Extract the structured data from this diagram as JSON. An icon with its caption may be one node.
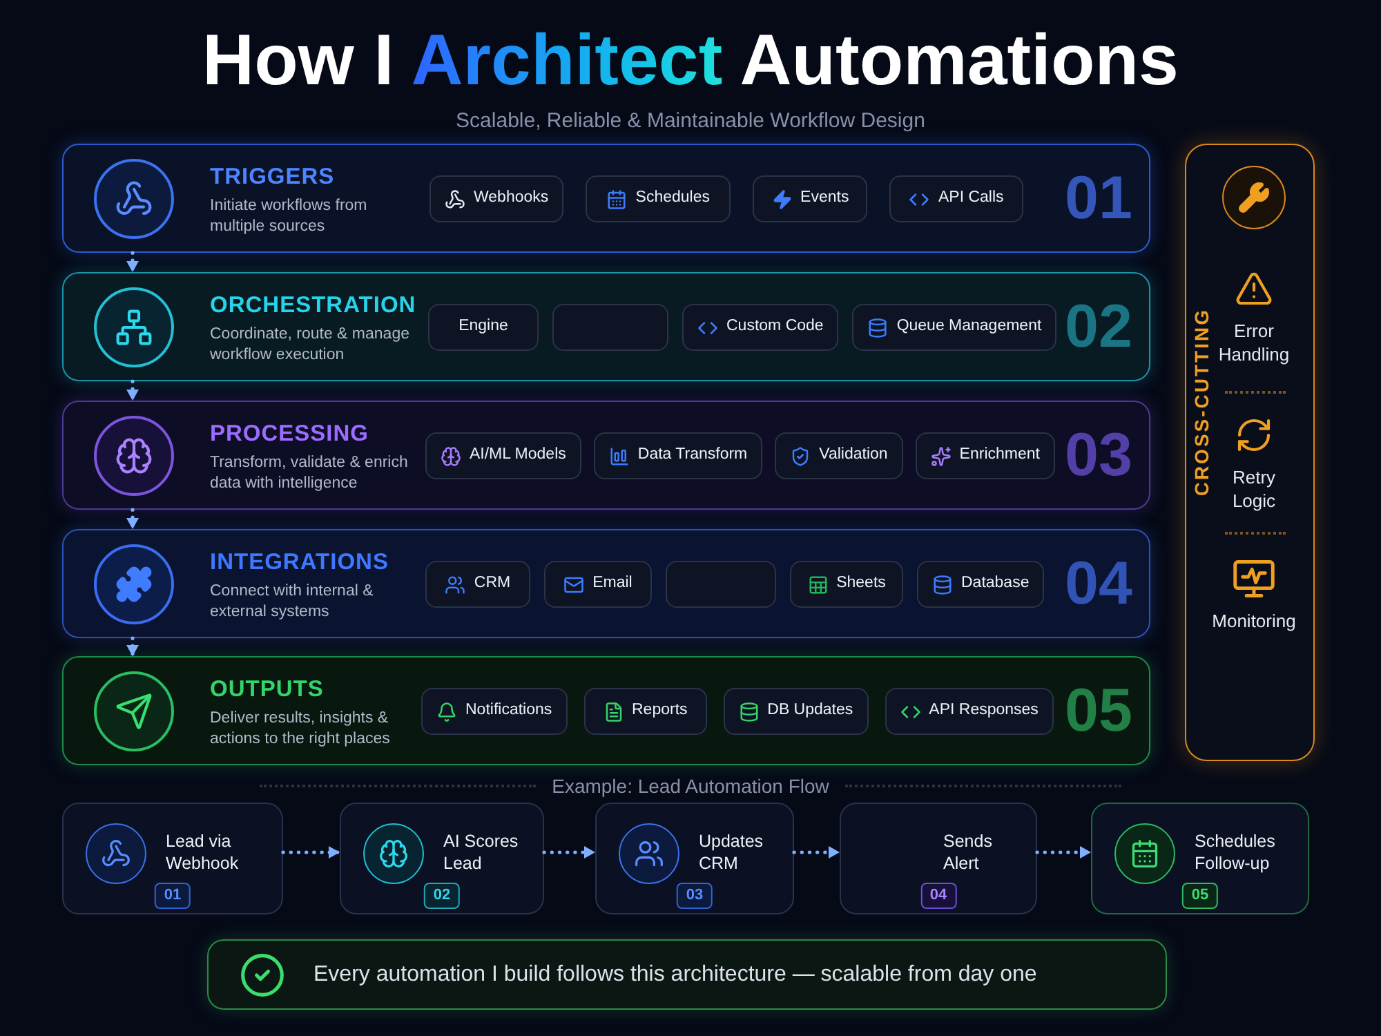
{
  "diagram": {
    "title": "How I Architect Automations",
    "nodes": [
      {
        "text": [
          "TRIGGERS",
          "Initiate workflows from multiple sources",
          "01"
        ]
      },
      {
        "text": [
          "Webhooks"
        ],
        "in": 0
      },
      {
        "text": [
          "Schedules"
        ],
        "in": 0
      },
      {
        "text": [
          "Events"
        ],
        "in": 0
      },
      {
        "text": [
          "API Calls"
        ],
        "in": 0
      },
      {
        "text": [
          "ORCHESTRATION",
          "Coordinate, route & manage workflow execution",
          "02"
        ]
      },
      {
        "text": [
          "Engine"
        ],
        "in": 5
      },
      {
        "text": [],
        "shape": "box",
        "in": 5
      },
      {
        "text": [
          "Custom Code"
        ],
        "in": 5
      },
      {
        "text": [
          "Queue Management"
        ],
        "in": 5
      },
      {
        "text": [
          "PROCESSING",
          "Transform, validate & enrich data with intelligence",
          "03"
        ]
      },
      {
        "text": [
          "AI/ML Models"
        ],
        "in": 10
      },
      {
        "text": [
          "Data Transform"
        ],
        "in": 10
      },
      {
        "text": [
          "Validation"
        ],
        "in": 10
      },
      {
        "text": [
          "Enrichment"
        ],
        "in": 10
      },
      {
        "text": [
          "INTEGRATIONS",
          "Connect with internal & external systems",
          "04"
        ]
      },
      {
        "text": [
          "CRM"
        ],
        "in": 15
      },
      {
        "text": [
          "Email"
        ],
        "in": 15
      },
      {
        "text": [],
        "shape": "box",
        "in": 15
      },
      {
        "text": [
          "Sheets"
        ],
        "in": 15
      },
      {
        "text": [
          "Database"
        ],
        "in": 15
      },
      {
        "text": [
          "OUTPUTS",
          "Deliver results, insights & actions to the right places",
          "05"
        ]
      },
      {
        "text": [
          "Notifications"
        ],
        "in": 21
      },
      {
        "text": [
          "Reports"
        ],
        "in": 21
      },
      {
        "text": [
          "DB Updates"
        ],
        "in": 21
      },
      {
        "text": [
          "API Responses"
        ],
        "in": 21
      },
      {
        "text": [
          "CROSS-CUTTING",
          "Error Handling",
          "Retry Logic",
          "Monitoring"
        ]
      },
      {
        "text": [
          "Lead via Webhook"
        ]
      },
      {
        "text": [
          "01"
        ],
        "in": 27
      },
      {
        "text": [
          "AI Scores Lead"
        ]
      },
      {
        "text": [
          "02"
        ],
        "in": 29
      },
      {
        "text": [
          "Updates CRM"
        ]
      },
      {
        "text": [
          "03"
        ],
        "in": 31
      },
      {
        "text": [
          "Sends Alert"
        ]
      },
      {
        "text": [
          "04"
        ],
        "in": 33
      },
      {
        "text": [
          "Schedules Follow-up"
        ]
      },
      {
        "text": [
          "05"
        ],
        "in": 35
      },
      {
        "text": [
          "Every automation I build follows this architecture — scalable from day one"
        ]
      }
    ],
    "edges": [
      {
        "from": 0,
        "to": 5,
        "arrow": "to",
        "style": "dashed"
      },
      {
        "from": 5,
        "to": 10,
        "arrow": "to",
        "style": "dashed"
      },
      {
        "from": 10,
        "to": 15,
        "arrow": "to",
        "style": "dashed"
      },
      {
        "from": 15,
        "to": 21,
        "arrow": "to",
        "style": "dashed"
      },
      {
        "from": 27,
        "to": 29,
        "arrow": "to",
        "style": "dashed"
      },
      {
        "from": 29,
        "to": 31,
        "arrow": "to",
        "style": "dashed"
      },
      {
        "from": 31,
        "to": 33,
        "arrow": "to",
        "style": "dashed"
      },
      {
        "from": 33,
        "to": 35,
        "arrow": "to",
        "style": "dashed"
      }
    ],
    "labels": [
      "Scalable, Reliable & Maintainable Workflow Design",
      "Example: Lead Automation Flow"
    ]
  }
}
